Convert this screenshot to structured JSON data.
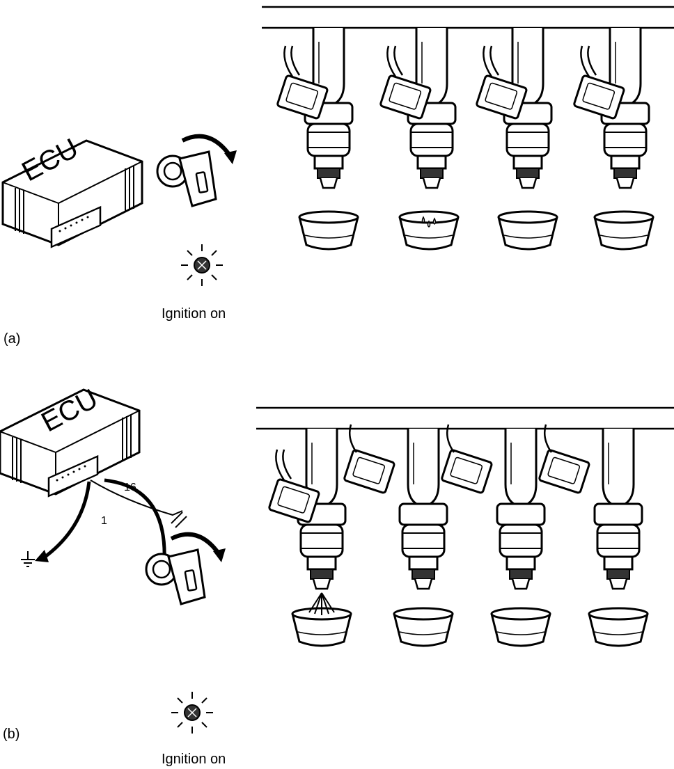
{
  "panel_a": {
    "label": "(a)",
    "ecu_label": "ECU",
    "ignition_text": "Ignition on"
  },
  "panel_b": {
    "label": "(b)",
    "ecu_label": "ECU",
    "ignition_text": "Ignition on",
    "pin_1": "1",
    "pin_16": "16"
  }
}
